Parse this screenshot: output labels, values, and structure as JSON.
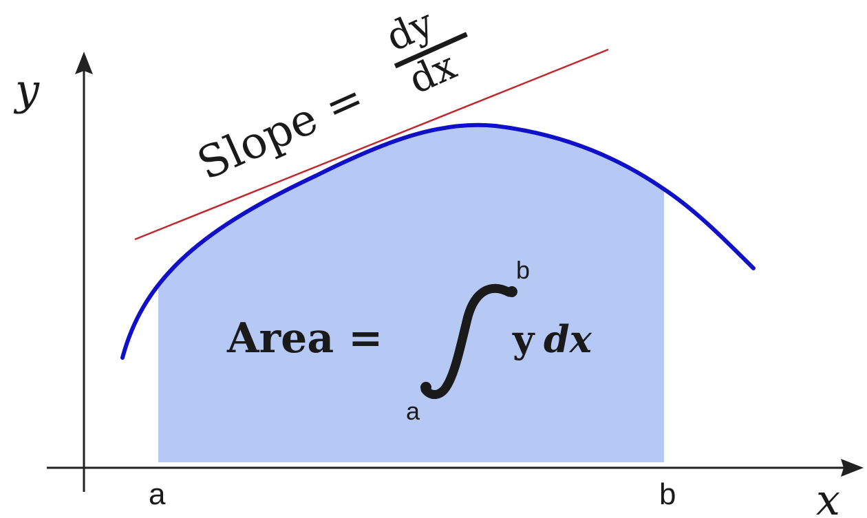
{
  "axes": {
    "x_label": "x",
    "y_label": "y",
    "x_tick_a": "a",
    "x_tick_b": "b"
  },
  "slope": {
    "label": "Slope =",
    "numerator": "dy",
    "denominator": "dx"
  },
  "area": {
    "label": "Area =",
    "integrand": "y",
    "differential": "dx",
    "upper_limit": "b",
    "lower_limit": "a"
  },
  "colors": {
    "curve": "#1010c8",
    "area_fill": "#b6c9f5",
    "tangent": "#c0282e",
    "axis": "#222222",
    "text": "#1a1a1a"
  }
}
